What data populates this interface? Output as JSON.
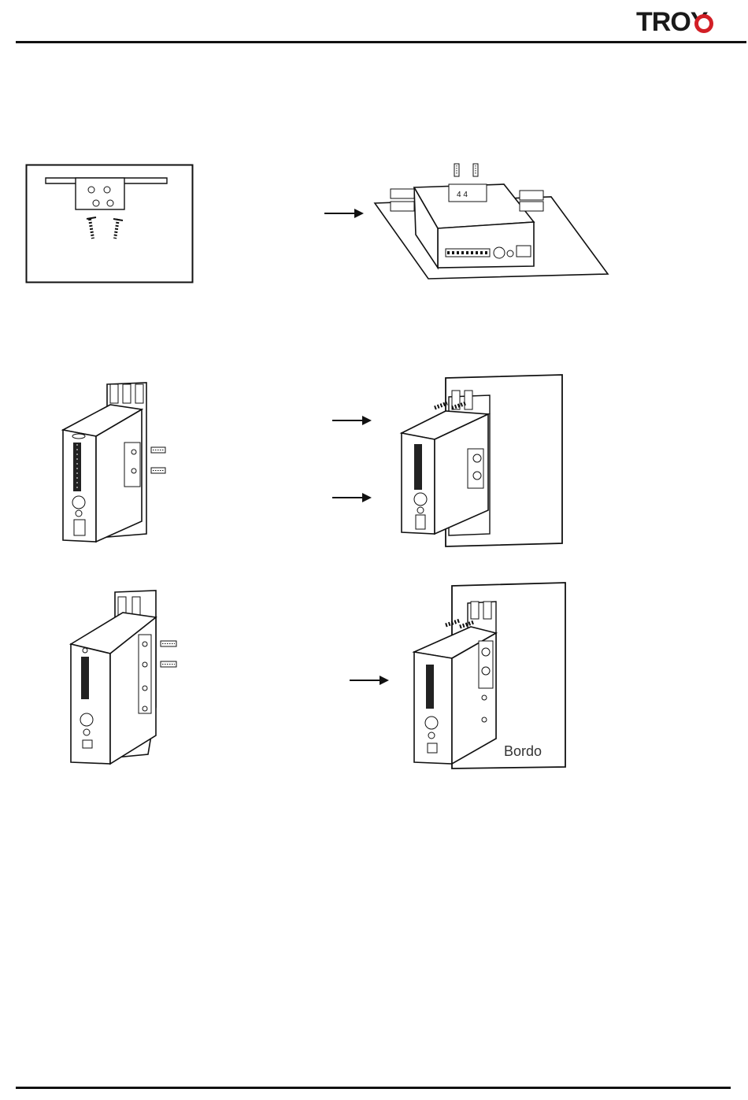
{
  "header": {
    "brand_text": "TROY",
    "brand_accent_color": "#d21f26"
  },
  "figures": {
    "board_label": "Bordo"
  },
  "icons": [
    "logo-mark",
    "arrow-right-icon",
    "screw-icon"
  ]
}
